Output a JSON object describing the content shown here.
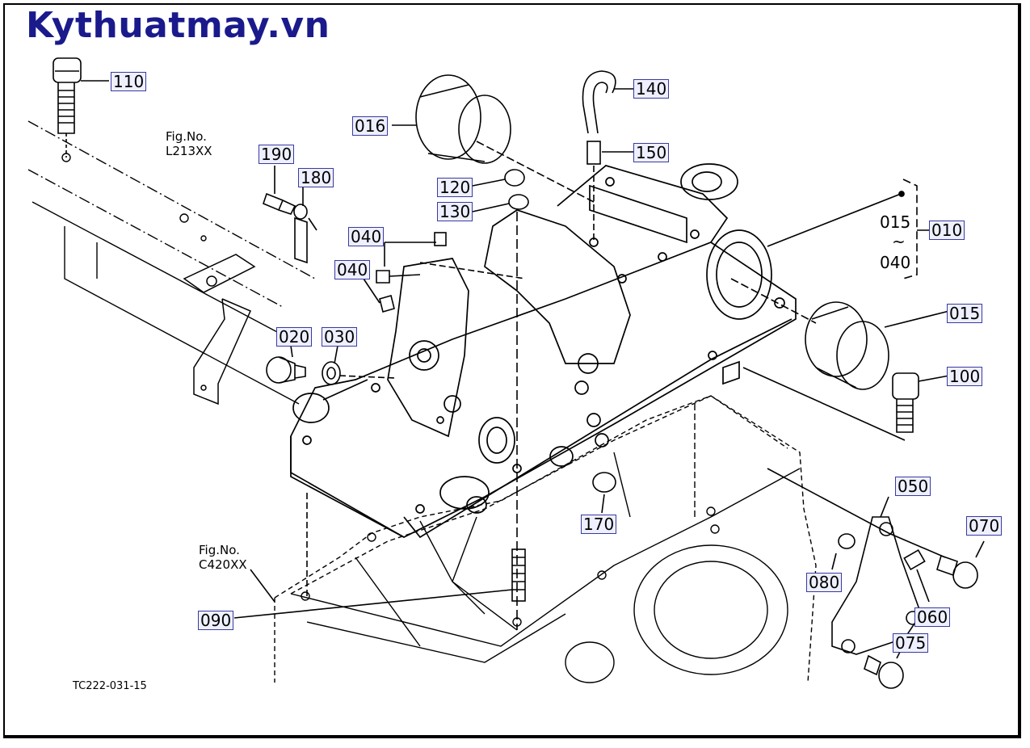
{
  "brand": "Kythuatmay.vn",
  "drawing_code": "TC222-031-15",
  "fig_refs": [
    {
      "line1": "Fig.No.",
      "line2": "L213XX"
    },
    {
      "line1": "Fig.No.",
      "line2": "C420XX"
    }
  ],
  "parts": {
    "p110": "110",
    "p140": "140",
    "p016": "016",
    "p150": "150",
    "p190": "190",
    "p180": "180",
    "p120": "120",
    "p130": "130",
    "p010": "010",
    "p015a": "015",
    "p040": "040",
    "p040a": "040",
    "p040b": "040",
    "p015b": "015",
    "p020": "020",
    "p030": "030",
    "p100": "100",
    "p050": "050",
    "p070": "070",
    "p170": "170",
    "p080": "080",
    "p060": "060",
    "p075": "075",
    "p090": "090"
  },
  "range_sep": "~"
}
